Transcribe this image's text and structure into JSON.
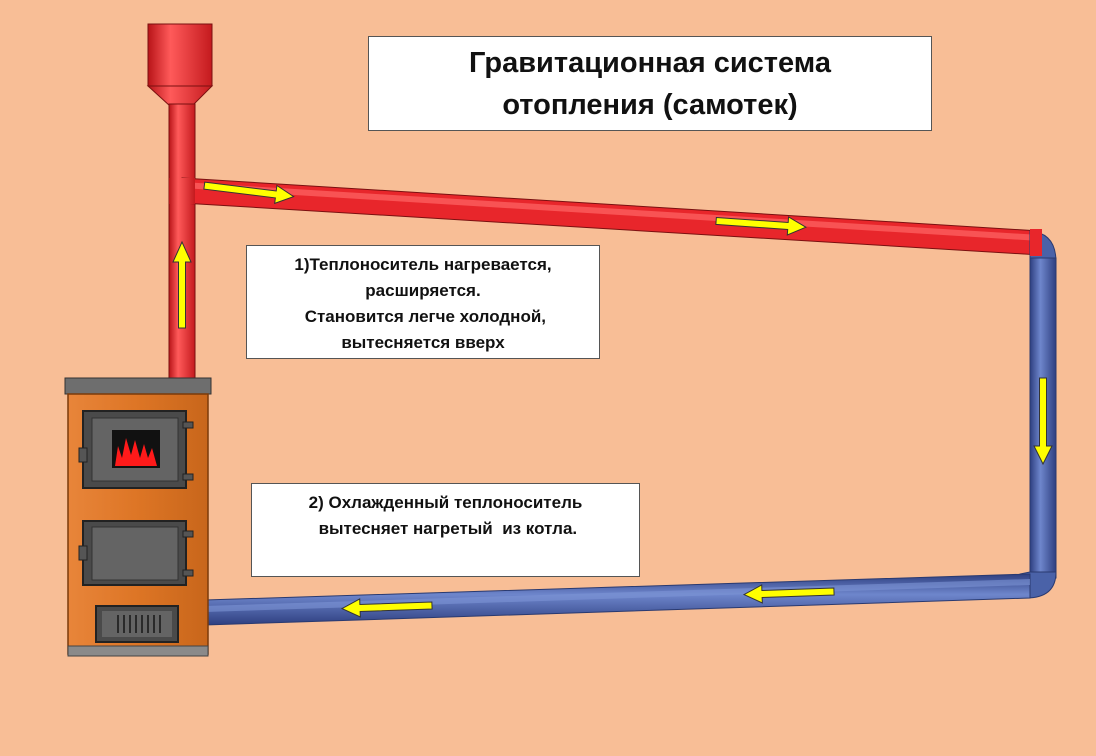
{
  "title": {
    "line1": "Гравитационная система",
    "line2": "отопления (самотек)"
  },
  "note_heating": {
    "line1": "1)Теплоноситель нагревается,",
    "line2": "расширяется.",
    "line3": " Становится легче холодной,",
    "line4": "вытесняется вверх"
  },
  "note_cooling": {
    "line1": "2) Охлажденный теплоноситель",
    "line2": " вытесняет нагретый  из котла."
  },
  "colors": {
    "background": "#F8BE96",
    "hot_pipe": "#E8262B",
    "cold_pipe": "#4A62A8",
    "arrow": "#FFFF00",
    "boiler_body": "#E07A2A",
    "boiler_door": "#5F5F5F",
    "flame": "#FF0000"
  },
  "icons": {
    "flow_arrow": "arrow-right-icon",
    "flame": "flame-icon"
  }
}
